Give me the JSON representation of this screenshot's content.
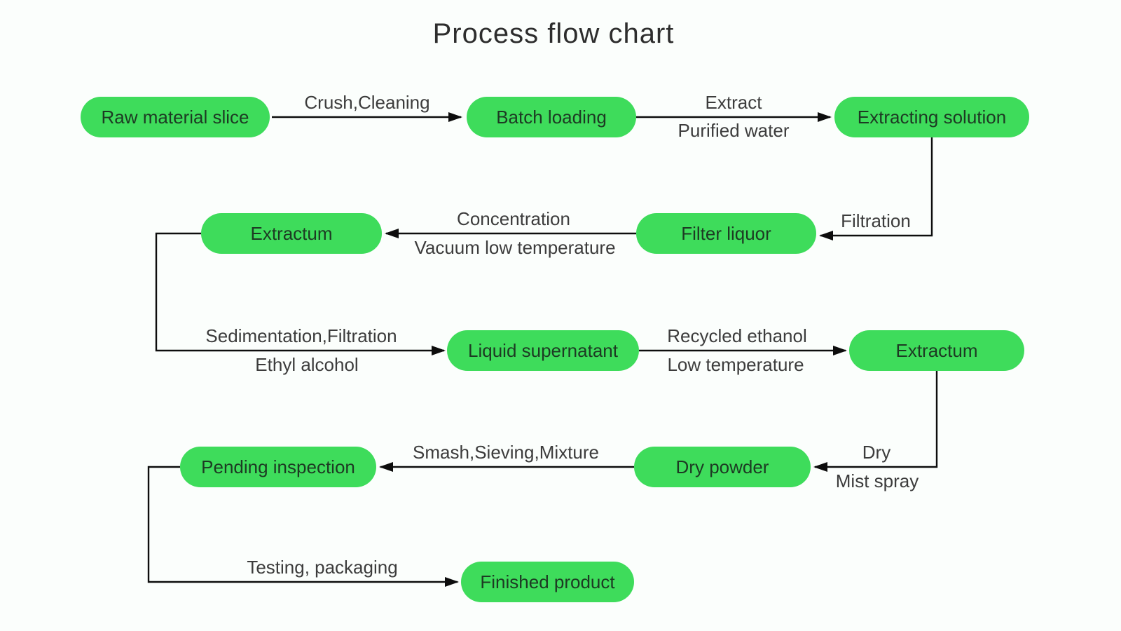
{
  "title": "Process flow chart",
  "colors": {
    "background": "#fbfefc",
    "node_fill": "#3edc5b",
    "node_text": "#1d3a23",
    "edge_stroke": "#0d0d0d",
    "label_text": "#3c3c3c"
  },
  "nodes": [
    {
      "id": "raw-material-slice",
      "label": "Raw material slice"
    },
    {
      "id": "batch-loading",
      "label": "Batch loading"
    },
    {
      "id": "extracting-solution",
      "label": "Extracting solution"
    },
    {
      "id": "extractum-1",
      "label": "Extractum"
    },
    {
      "id": "filter-liquor",
      "label": "Filter liquor"
    },
    {
      "id": "liquid-supernatant",
      "label": "Liquid supernatant"
    },
    {
      "id": "extractum-2",
      "label": "Extractum"
    },
    {
      "id": "pending-inspection",
      "label": "Pending inspection"
    },
    {
      "id": "dry-powder",
      "label": "Dry powder"
    },
    {
      "id": "finished-product",
      "label": "Finished product"
    }
  ],
  "edges": [
    {
      "from": "raw-material-slice",
      "to": "batch-loading",
      "label1": "Crush,Cleaning",
      "label2": ""
    },
    {
      "from": "batch-loading",
      "to": "extracting-solution",
      "label1": "Extract",
      "label2": "Purified water"
    },
    {
      "from": "extracting-solution",
      "to": "filter-liquor",
      "label1": "Filtration",
      "label2": ""
    },
    {
      "from": "filter-liquor",
      "to": "extractum-1",
      "label1": "Concentration",
      "label2": "Vacuum low temperature"
    },
    {
      "from": "extractum-1",
      "to": "liquid-supernatant",
      "label1": "Sedimentation,Filtration",
      "label2": "Ethyl alcohol"
    },
    {
      "from": "liquid-supernatant",
      "to": "extractum-2",
      "label1": "Recycled ethanol",
      "label2": "Low temperature"
    },
    {
      "from": "extractum-2",
      "to": "dry-powder",
      "label1": "Dry",
      "label2": "Mist spray"
    },
    {
      "from": "dry-powder",
      "to": "pending-inspection",
      "label1": "Smash,Sieving,Mixture",
      "label2": ""
    },
    {
      "from": "pending-inspection",
      "to": "finished-product",
      "label1": "Testing, packaging",
      "label2": ""
    }
  ]
}
